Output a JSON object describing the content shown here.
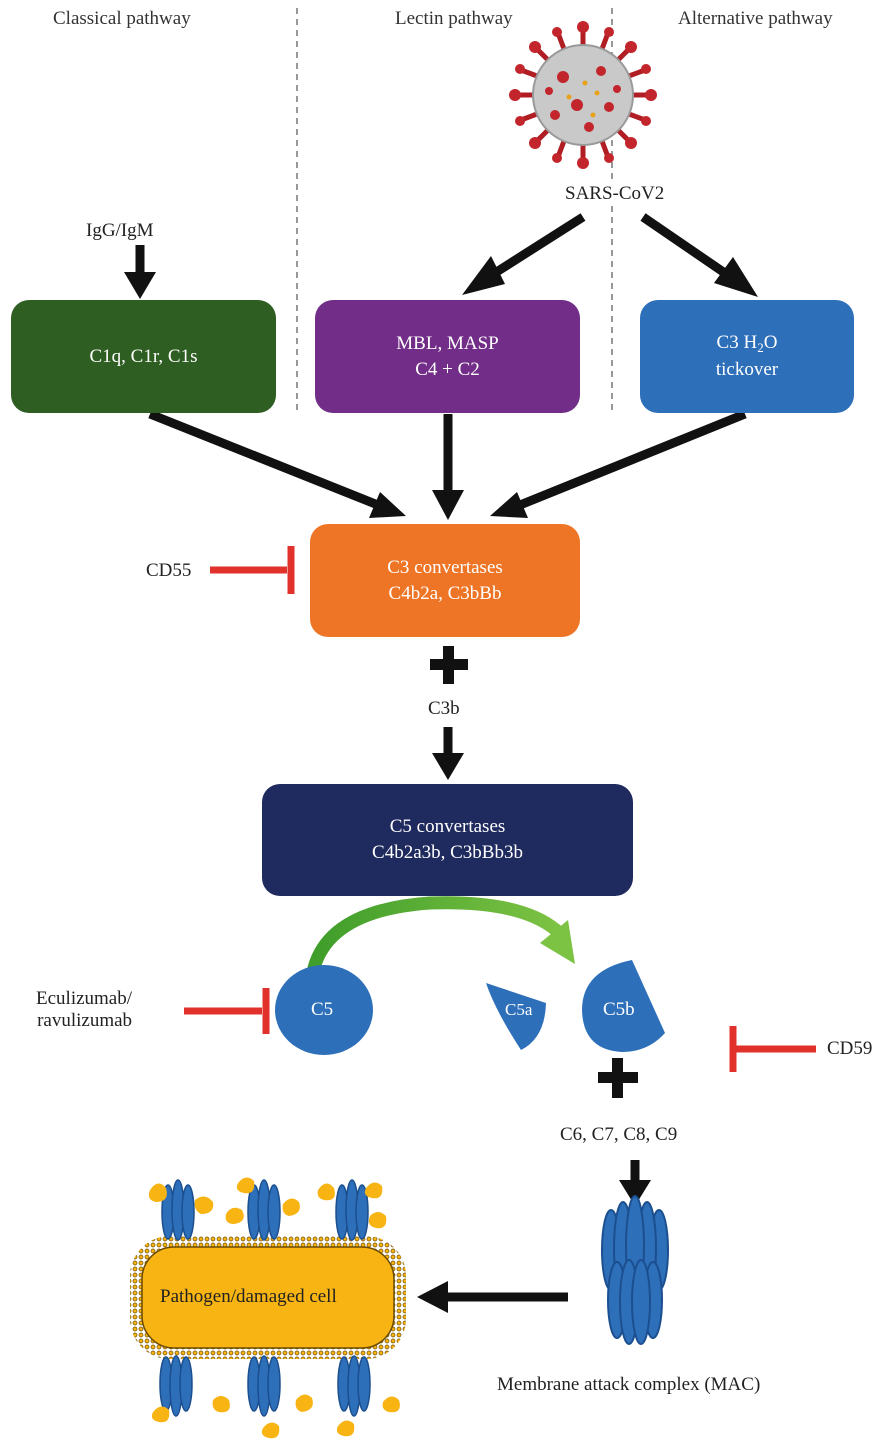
{
  "headers": {
    "classical": "Classical pathway",
    "lectin": "Lectin pathway",
    "alternative": "Alternative pathway"
  },
  "inputs": {
    "igg_igm": "IgG/IgM",
    "sars": "SARS-CoV2"
  },
  "boxes": {
    "classical": {
      "line1": "C1q, C1r, C1s",
      "color": "#2e5e22"
    },
    "lectin": {
      "line1": "MBL, MASP",
      "line2": "C4 + C2",
      "color": "#712d87"
    },
    "alternative": {
      "line1_pre": "C3 H",
      "line1_sub": "2",
      "line1_post": "O",
      "line2": "tickover",
      "color": "#2e6fba"
    },
    "c3conv": {
      "line1": "C3 convertases",
      "line2": "C4b2a, C3bBb",
      "color": "#ee7526"
    },
    "c5conv": {
      "line1": "C5 convertases",
      "line2": "C4b2a3b, C3bBb3b",
      "color": "#1f2a5e"
    }
  },
  "labels": {
    "c3b": "C3b",
    "cd55": "CD55",
    "eculizumab_line1": "Eculizumab/",
    "eculizumab_line2": "ravulizumab",
    "c5": "C5",
    "c5a": "C5a",
    "c5b": "C5b",
    "cd59": "CD59",
    "c6_c9": "C6, C7, C8, C9",
    "cell": "Pathogen/damaged cell",
    "mac": "Membrane attack complex (MAC)"
  },
  "colors": {
    "activation_arrow": "#111111",
    "inhibitor": "#e0312b",
    "cleavage_arrow": "#5fb42e",
    "protein_blue": "#2e6fba",
    "membrane_yellow": "#f7b412",
    "virus_red": "#c2262c"
  }
}
